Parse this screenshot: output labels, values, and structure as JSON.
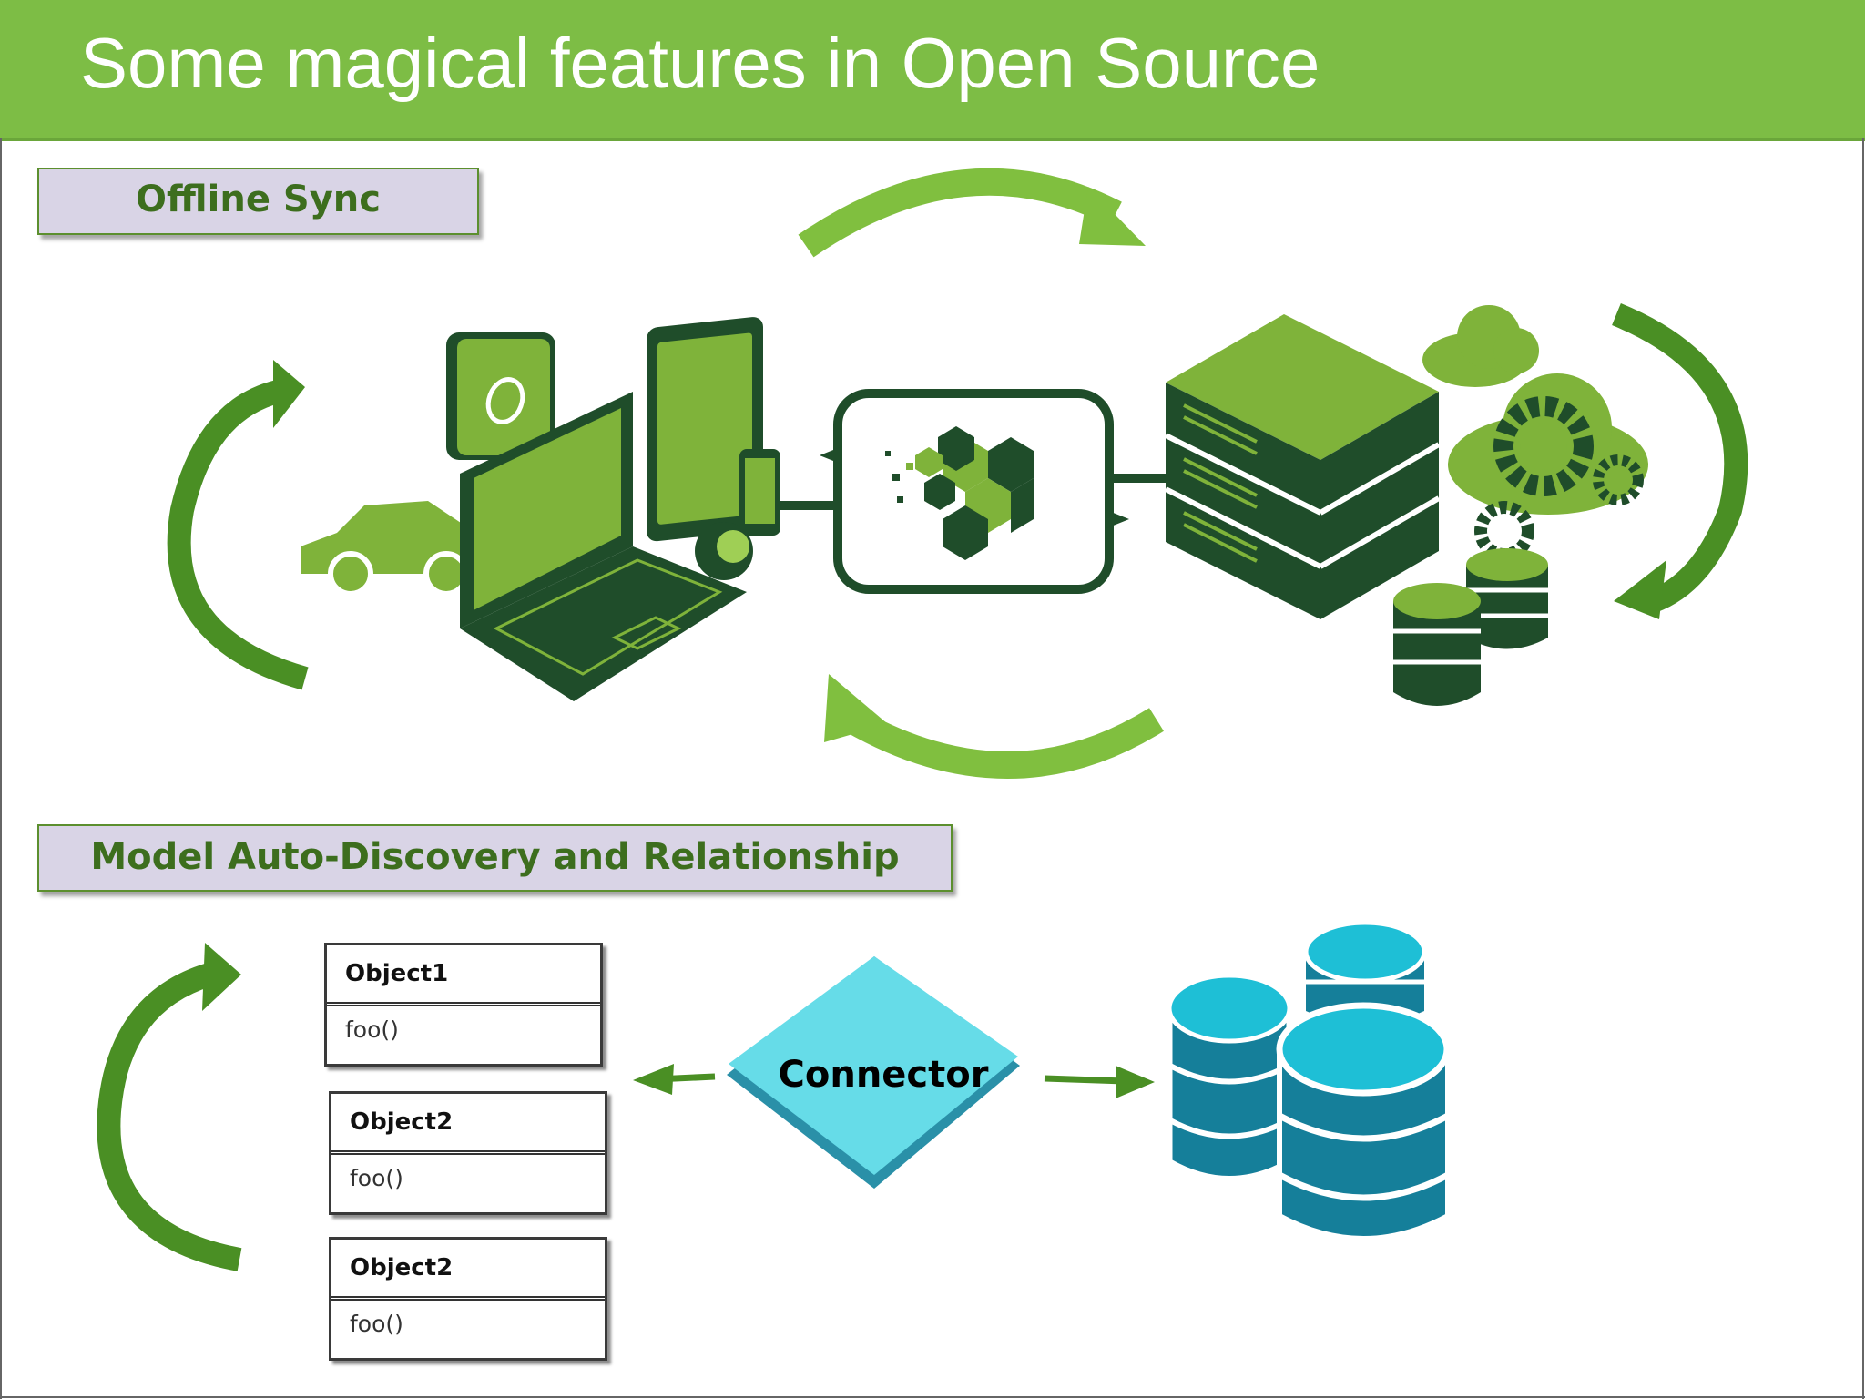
{
  "title": "Some magical features in Open Source",
  "sections": {
    "offline_sync": "Offline Sync",
    "model_discovery": "Model Auto-Discovery and Relationship"
  },
  "objects": [
    {
      "name": "Object1",
      "method": "foo()"
    },
    {
      "name": "Object2",
      "method": "foo()"
    },
    {
      "name": "Object2",
      "method": "foo()"
    }
  ],
  "connector_label": "Connector",
  "colors": {
    "header_green": "#7dbd45",
    "dark_green": "#1f4d2a",
    "light_green": "#7fb33a",
    "arrow_green": "#4d9a2a",
    "label_bg": "#d9d4e6",
    "teal": "#1f8aa5",
    "teal_light": "#1ebfd6",
    "connector_cyan": "#5fd9e6"
  }
}
